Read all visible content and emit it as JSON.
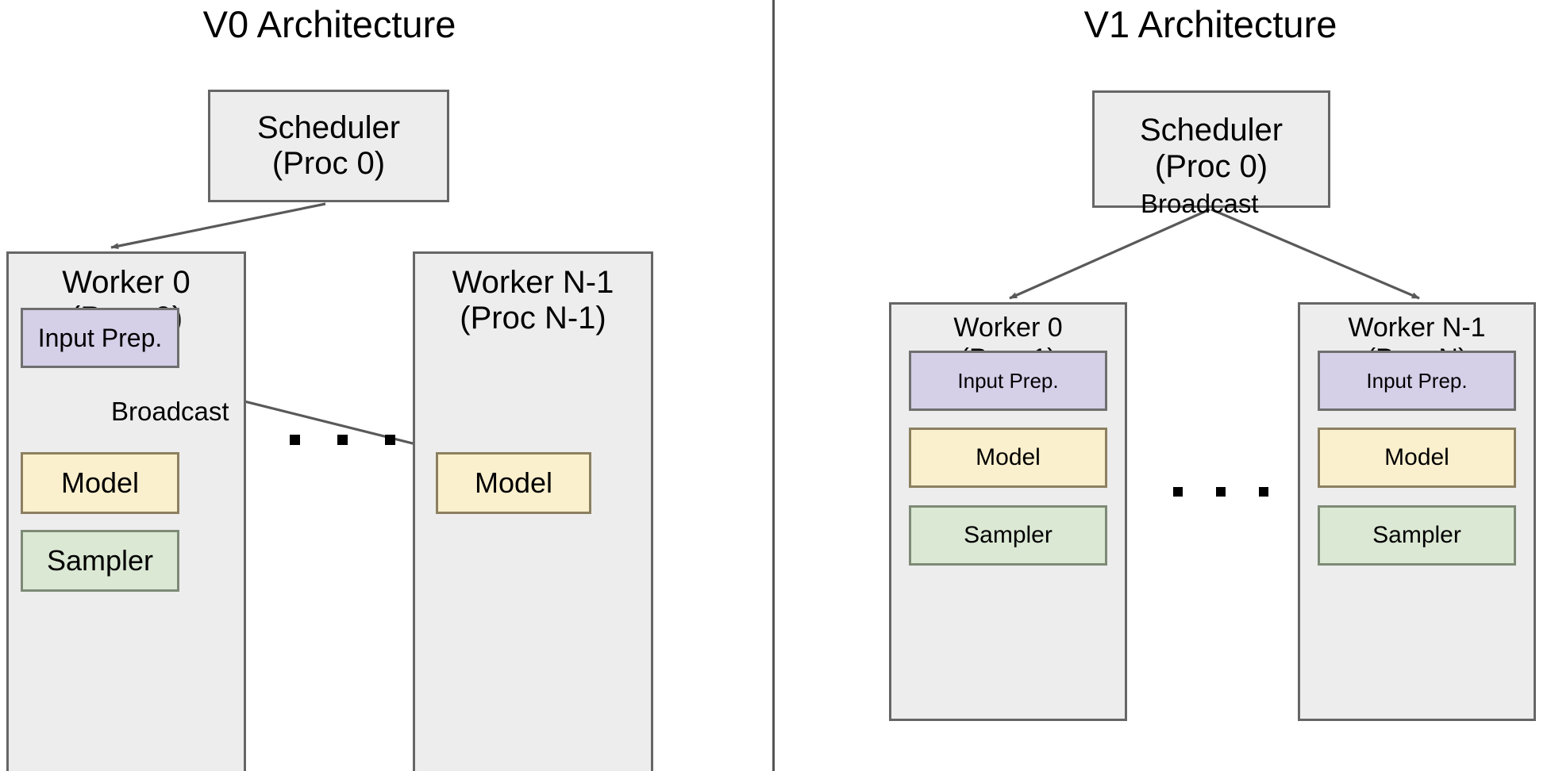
{
  "panels": [
    {
      "id": "v0",
      "title": "V0 Architecture",
      "scheduler": {
        "label": "Scheduler\n(Proc 0)"
      },
      "workers": [
        {
          "label": "Worker 0\n(Proc 0)",
          "components": [
            {
              "name": "Input Prep.",
              "color": "#d5cfe8"
            },
            {
              "name": "Model",
              "color": "#fbf0cd"
            },
            {
              "name": "Sampler",
              "color": "#dbe8d4"
            }
          ]
        },
        {
          "label": "Worker N-1\n(Proc N-1)",
          "components": [
            {
              "name": "Model",
              "color": "#fbf0cd"
            }
          ]
        }
      ],
      "edge_label": "Broadcast",
      "ellipsis": ". . ."
    },
    {
      "id": "v1",
      "title": "V1 Architecture",
      "scheduler": {
        "label": "Scheduler\n(Proc 0)"
      },
      "workers": [
        {
          "label": "Worker 0\n(Proc 1)",
          "components": [
            {
              "name": "Input Prep.",
              "color": "#d5cfe8"
            },
            {
              "name": "Model",
              "color": "#fbf0cd"
            },
            {
              "name": "Sampler",
              "color": "#dbe8d4"
            }
          ]
        },
        {
          "label": "Worker N-1\n(Proc N)",
          "components": [
            {
              "name": "Input Prep.",
              "color": "#d5cfe8"
            },
            {
              "name": "Model",
              "color": "#fbf0cd"
            },
            {
              "name": "Sampler",
              "color": "#dbe8d4"
            }
          ]
        }
      ],
      "edge_label": "Broadcast",
      "ellipsis": ". . ."
    }
  ],
  "colors": {
    "container_fill": "#ededed",
    "container_stroke": "#666666",
    "input_prep_fill": "#d5cfe8",
    "model_fill": "#fbf0cd",
    "sampler_fill": "#dbe8d4",
    "arrow_stroke": "#595959",
    "divider": "#555555",
    "text": "#000000",
    "background": "#ffffff"
  }
}
